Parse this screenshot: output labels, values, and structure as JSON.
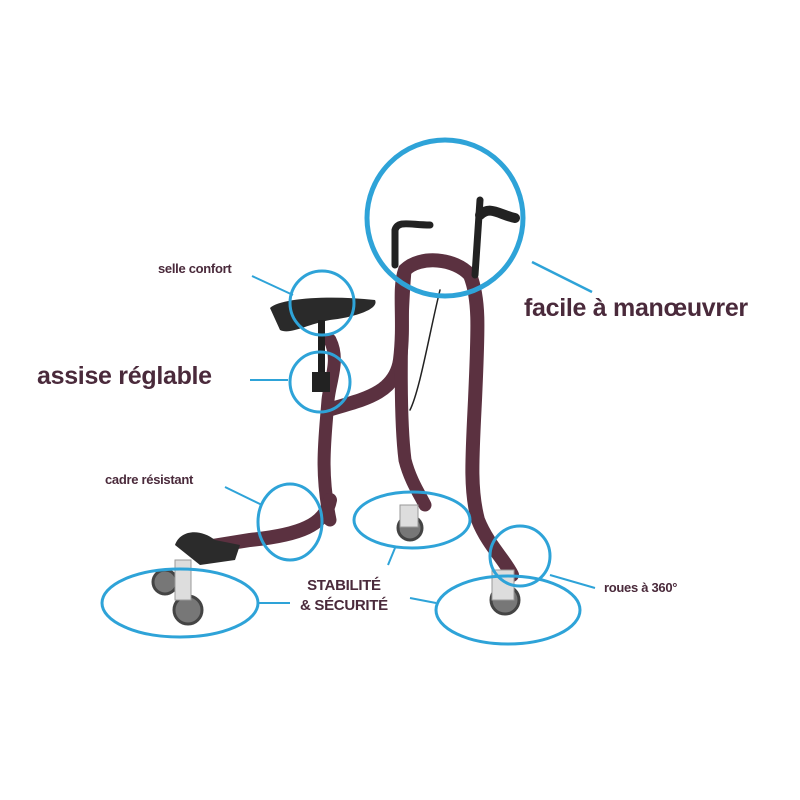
{
  "labels": {
    "seat_comfort": "selle confort",
    "adjustable_seat": "assise réglable",
    "easy_maneuver": "facile à manœuvrer",
    "sturdy_frame": "cadre résistant",
    "stability_line1": "STABILITÉ",
    "stability_line2": "& SÉCURITÉ",
    "wheels_360": "roues à 360°"
  },
  "colors": {
    "callout": "#2ea3d8",
    "text": "#4a2a3b",
    "frame": "#5b3140"
  }
}
